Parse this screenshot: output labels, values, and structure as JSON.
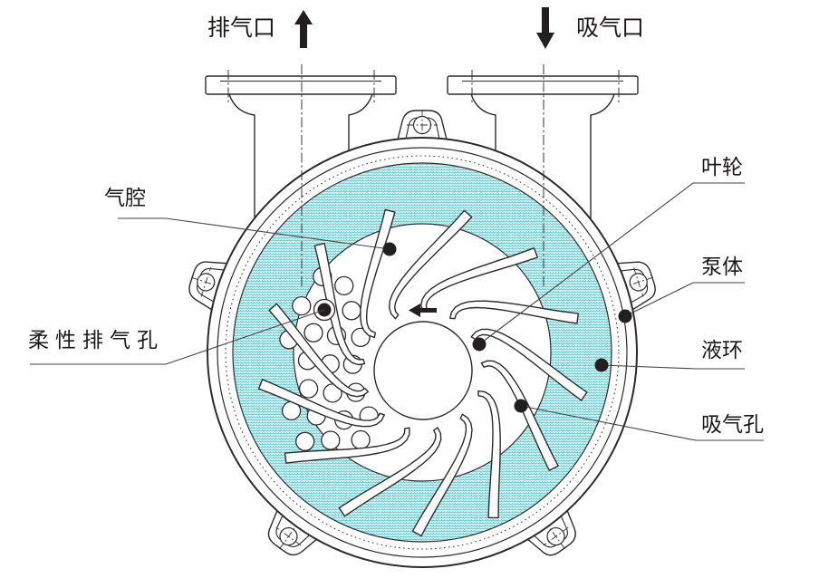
{
  "diagram_type": "liquid-ring-vacuum-pump-section",
  "labels": {
    "exhaust_port": "排气口",
    "suction_port": "吸气口",
    "gas_chamber": "气腔",
    "flexible_exhaust_hole": "柔性排气孔",
    "impeller": "叶轮",
    "pump_body": "泵体",
    "liquid_ring": "液环",
    "suction_hole": "吸气孔"
  },
  "arrows": {
    "exhaust_flow": "up",
    "suction_flow": "down",
    "impeller_rotation": "left"
  },
  "colors": {
    "line": "#2e2a2a",
    "leader": "#4a4242",
    "marker": "#231f20",
    "liquid_hatch": "#5fd0d9",
    "background": "#ffffff"
  }
}
